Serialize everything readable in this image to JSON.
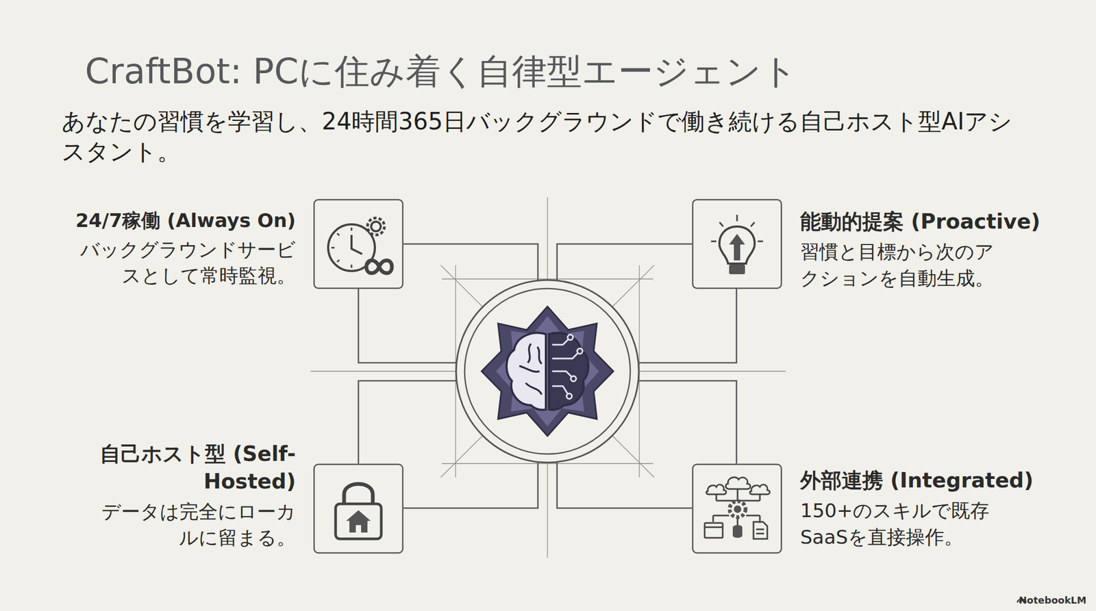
{
  "diagram": {
    "title": "CraftBot: PCに住み着く自律型エージェント",
    "nodes": [
      {
        "text": [
          "24/7稼働 (Always On)",
          "バックグラウンドサービスとして常時監視。"
        ]
      },
      {
        "text": [
          "能動的提案 (Proactive)",
          "習慣と目標から次のアクションを自動生成。"
        ]
      },
      {
        "text": [
          "自己ホスト型 (Self-Hosted)",
          "データは完全にローカルに留まる。"
        ]
      },
      {
        "text": [
          "外部連携 (Integrated)",
          "150+のスキルで既存SaaSを直接操作。"
        ]
      }
    ],
    "labels": [
      "あなたの習慣を学習し、24時間365日バックグラウンドで働き続ける自己ホスト型AIアシスタント。",
      "NotebookLM"
    ]
  }
}
